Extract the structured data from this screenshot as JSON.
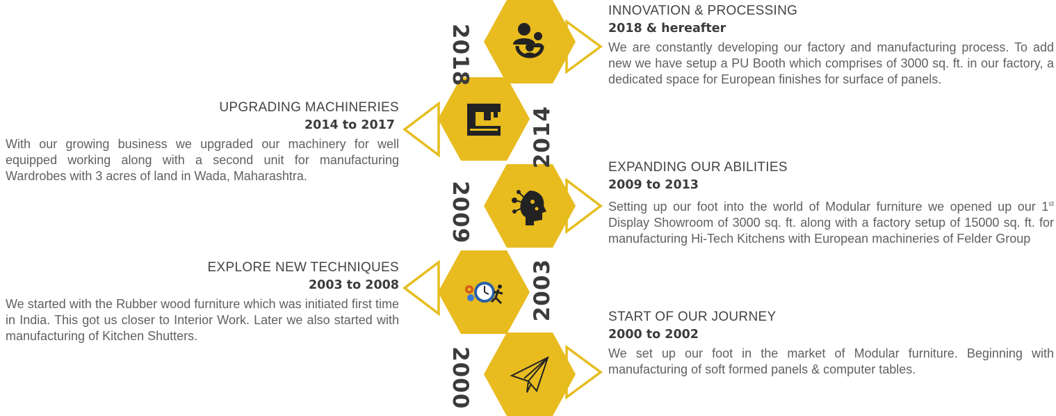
{
  "colors": {
    "accent": "#E8BB1F",
    "outline": "#E5BD1E",
    "year_text": "#3b3b3b",
    "body_text": "#606060"
  },
  "milestones": [
    {
      "year": "2018",
      "icon": "family-icon",
      "heading": "INNOVATION & PROCESSING",
      "period": "2018 & hereafter",
      "description": "We are constantly developing our factory and manufacturing process. To add new we have setup a  PU Booth which comprises of 3000 sq. ft. in our factory, a dedicated space for European finishes for surface of panels."
    },
    {
      "year": "2014",
      "icon": "machinery-icon",
      "heading": "UPGRADING MACHINERIES",
      "period": "2014 to 2017",
      "description": "With our growing business we upgraded our machinery for well equipped working along with a second unit for manufacturing Wardrobes with 3 acres of land in Wada, Maharashtra."
    },
    {
      "year": "2009",
      "icon": "head-network-icon",
      "heading": "EXPANDING OUR ABILITIES",
      "period": "2009 to 2013",
      "description_before": "Setting up our foot into the world of Modular furniture we opened up our 1",
      "description_sup": "st",
      "description_after": " Display Showroom of 3000 sq. ft. along with a factory setup of 15000 sq. ft. for manufacturing Hi-Tech Kitchens with European machineries of Felder Group"
    },
    {
      "year": "2003",
      "icon": "gears-runner-icon",
      "heading": "EXPLORE NEW TECHNIQUES",
      "period": "2003 to 2008",
      "description": "We started with the Rubber wood furniture which was initiated first time in India. This got us closer to Interior Work. Later we also started with manufacturing of Kitchen Shutters."
    },
    {
      "year": "2000",
      "icon": "paper-plane-icon",
      "heading": "START OF OUR JOURNEY",
      "period": "2000 to 2002",
      "description": "We set up our foot in the market of Modular furniture. Beginning with manufacturing of soft formed panels & computer tables."
    }
  ]
}
